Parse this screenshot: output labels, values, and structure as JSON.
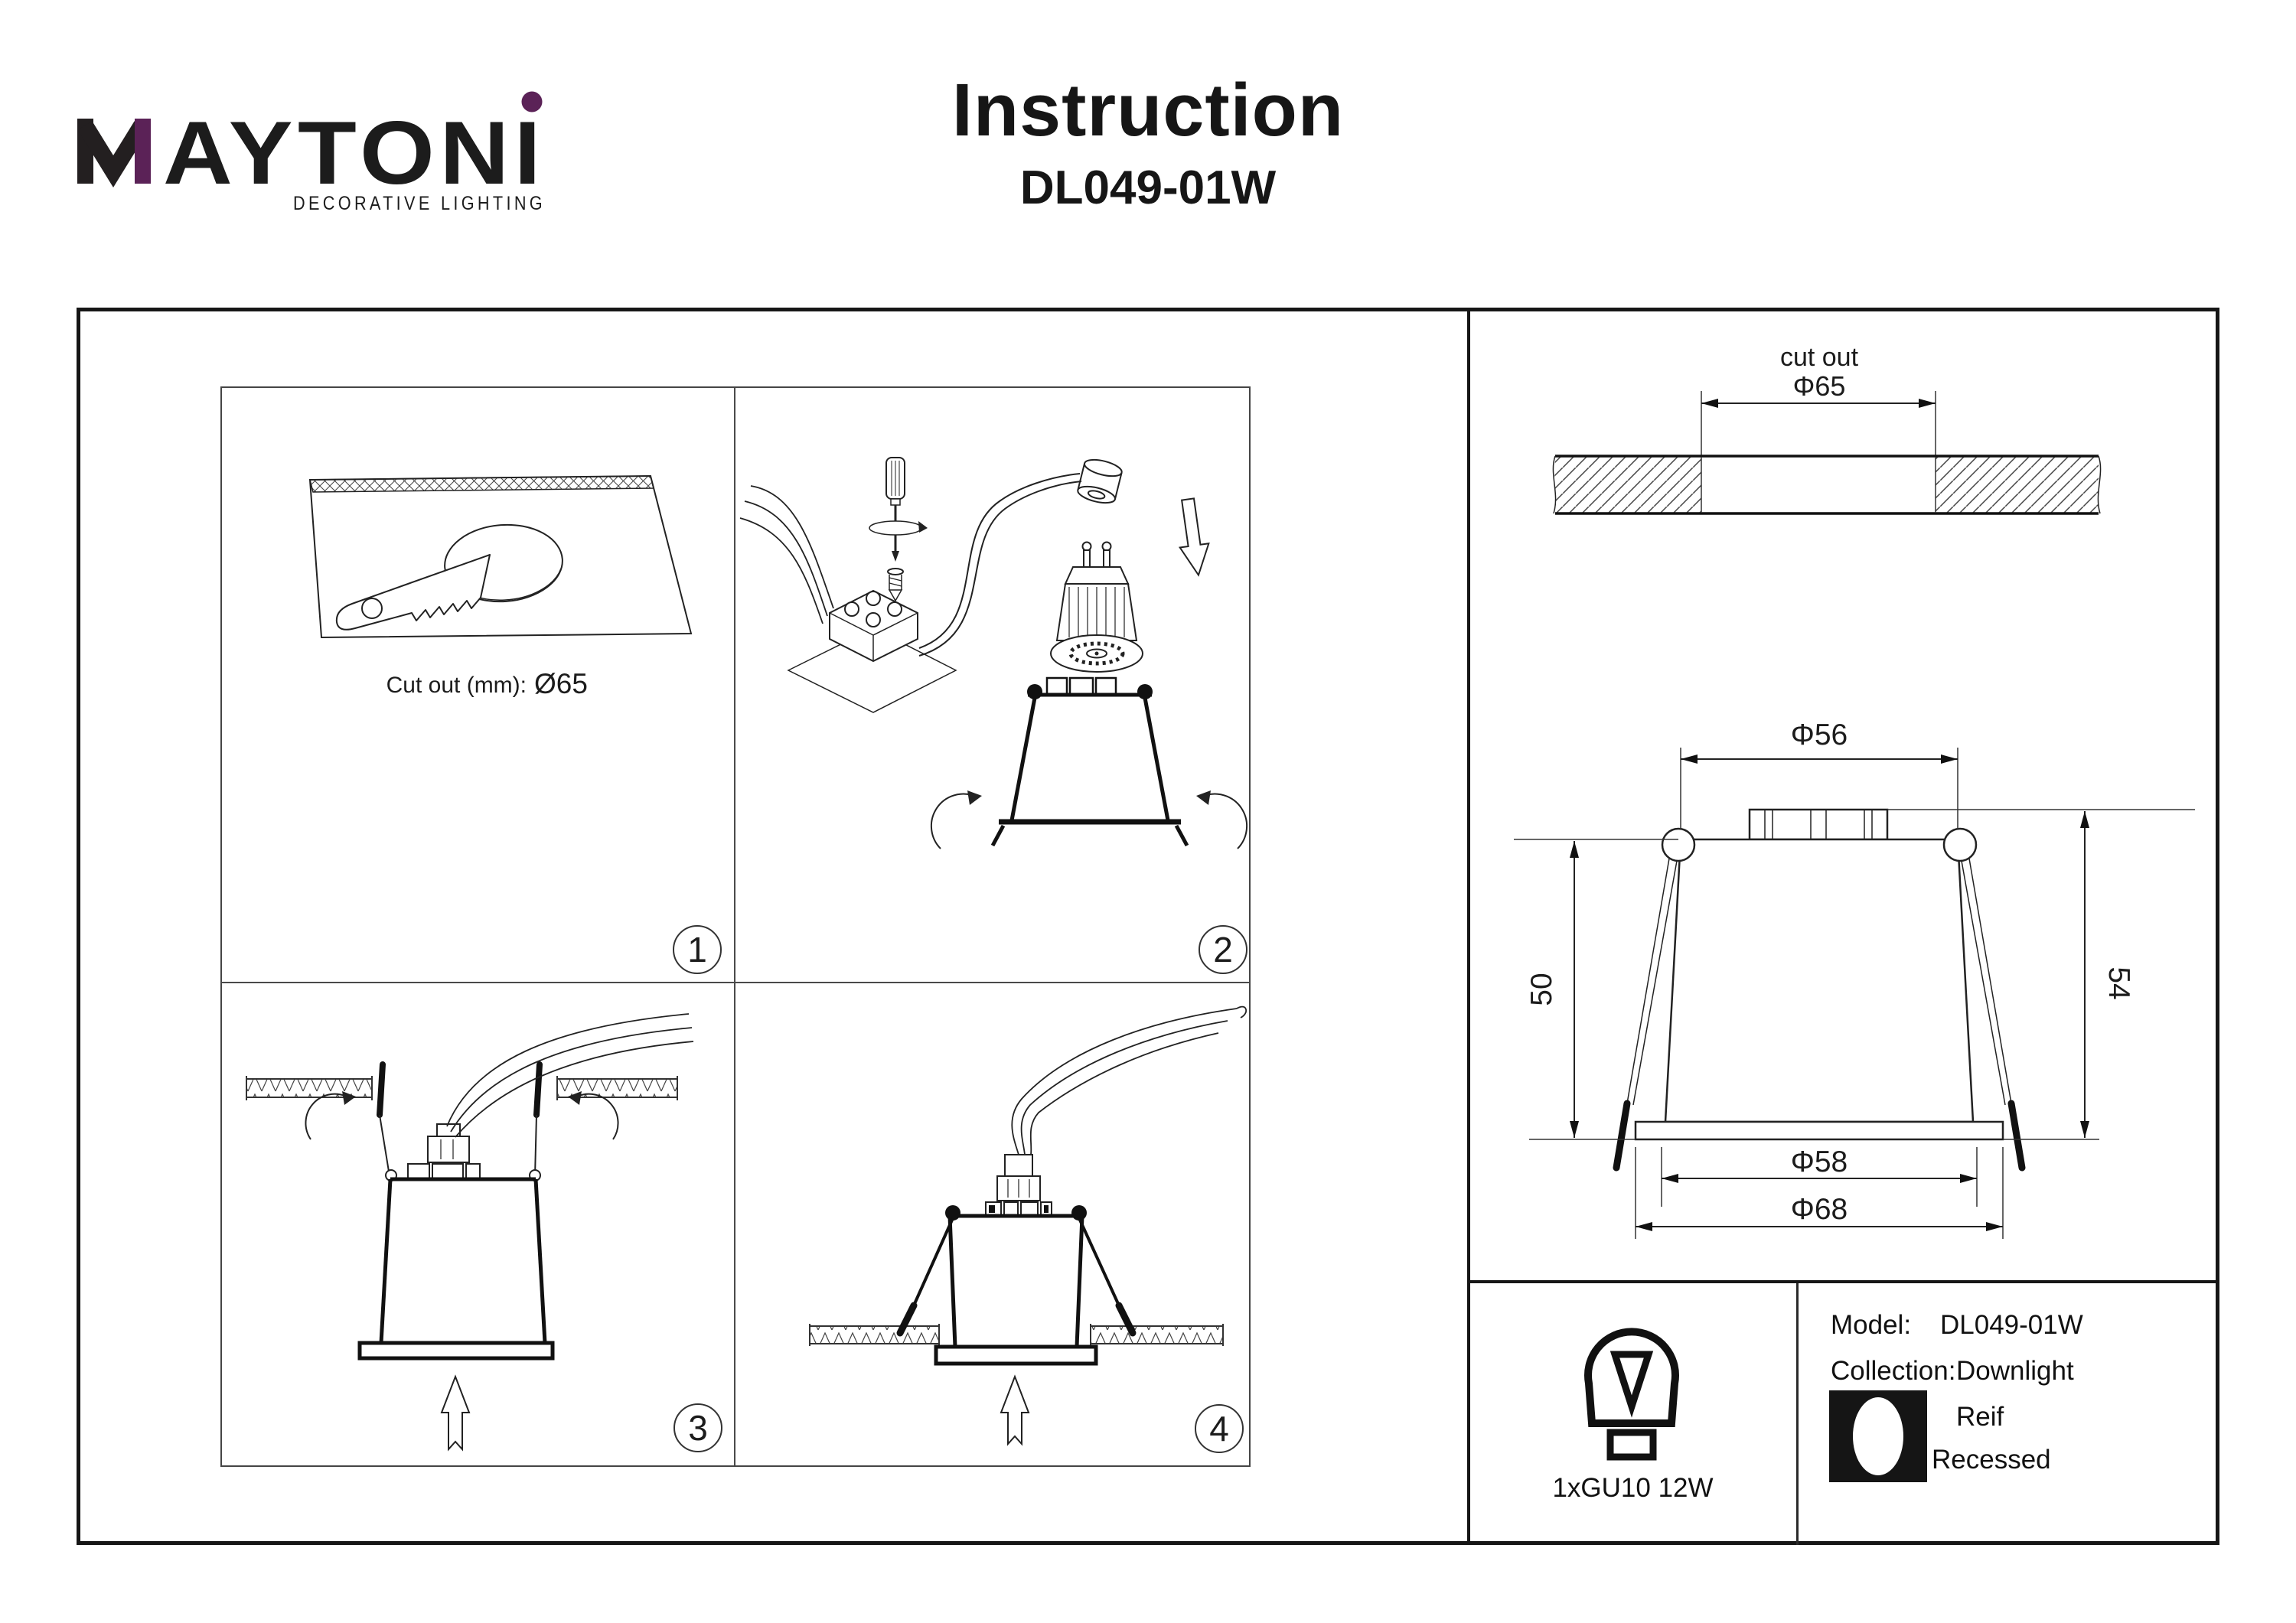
{
  "brand": {
    "wordmark": "AYTONI",
    "tagline": "DECORATIVE LIGHTING",
    "accent_purple": "#5b2257",
    "ink": "#231f20"
  },
  "header": {
    "title": "Instruction",
    "model": "DL049-01W"
  },
  "panels": {
    "step1": {
      "number": "1",
      "caption_prefix": "Cut out (mm):",
      "caption_value": "Ø65"
    },
    "step2": {
      "number": "2"
    },
    "step3": {
      "number": "3"
    },
    "step4": {
      "number": "4"
    }
  },
  "dimensions": {
    "cutout_label": "cut out",
    "cutout_value": "Φ65",
    "top_diameter": "Φ56",
    "recess_depth": "50",
    "total_height": "54",
    "inner_diameter": "Φ58",
    "outer_diameter": "Φ68"
  },
  "spec": {
    "lamp": "1xGU10 12W",
    "model_label": "Model:",
    "model_value": "DL049-01W",
    "collection_label": "Collection:",
    "collection_value": "Downlight",
    "series_value": "Reif",
    "type_value": "Recessed"
  }
}
